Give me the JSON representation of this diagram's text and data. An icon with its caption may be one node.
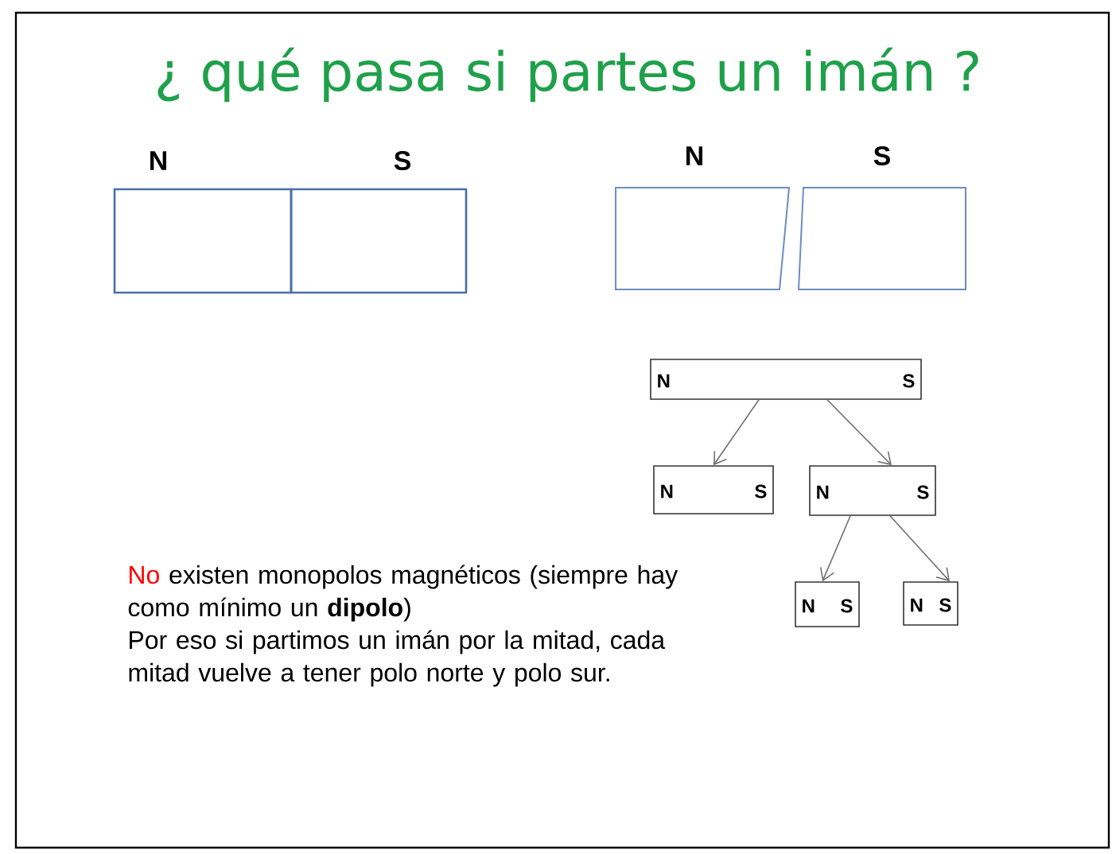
{
  "diagram": {
    "title": "¿ qué pasa si partes un imán ?",
    "nodes": [
      {
        "text": [
          "N"
        ]
      },
      {
        "text": [
          "S"
        ]
      },
      {
        "text": [
          "N"
        ]
      },
      {
        "text": [
          "S"
        ]
      },
      {
        "text": [
          "N",
          "S"
        ]
      },
      {
        "text": [
          "N",
          "S"
        ]
      },
      {
        "text": [
          "N",
          "S"
        ]
      },
      {
        "text": [
          "N",
          "S"
        ]
      },
      {
        "text": [
          "N",
          "S"
        ]
      }
    ],
    "edges": [
      {
        "from": 4,
        "to": 5,
        "arrow": "to"
      },
      {
        "from": 4,
        "to": 6,
        "arrow": "to"
      },
      {
        "from": 6,
        "to": 7,
        "arrow": "to"
      },
      {
        "from": 6,
        "to": 8,
        "arrow": "to"
      }
    ],
    "labels": [
      "No",
      "existen monopolos magnéticos (siempre hay como mínimo un **dipolo**)",
      "Por eso si partimos un imán por la mitad, cada mitad vuelve a tener polo norte y polo sur."
    ]
  }
}
